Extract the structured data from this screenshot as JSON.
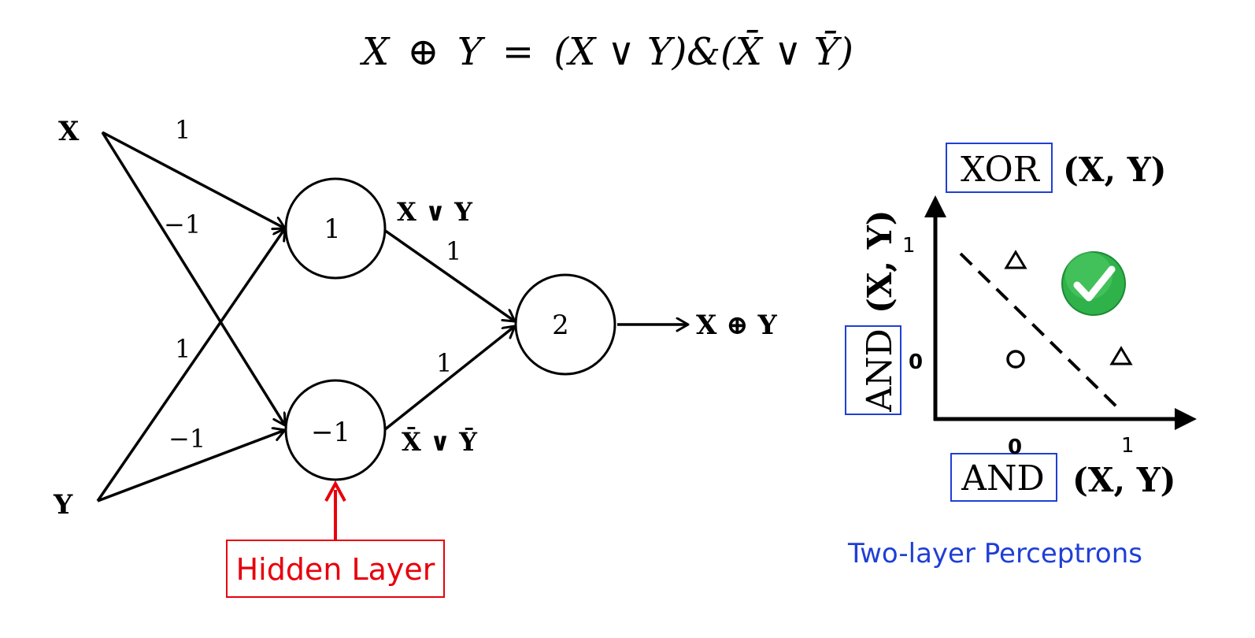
{
  "equation": {
    "lhs_x": "X",
    "oplus": "⊕",
    "lhs_y": "Y",
    "equals": "=",
    "rhs": "(X ∨ Y)&(X̄ ∨ Ȳ)"
  },
  "network": {
    "input_x": "X",
    "input_y": "Y",
    "weights": {
      "x_to_h1": "1",
      "x_to_h2": "−1",
      "y_to_h1": "1",
      "y_to_h2": "−1",
      "h1_to_out": "1",
      "h2_to_out": "1"
    },
    "hidden_1": {
      "threshold": "1",
      "label": "X ∨ Y"
    },
    "hidden_2": {
      "threshold": "−1",
      "label": "X̄ ∨ Ȳ"
    },
    "output": {
      "threshold": "2",
      "label": "X ⊕ Y"
    },
    "hidden_layer_label": "Hidden Layer",
    "colors": {
      "hidden_layer": "#e8000b"
    }
  },
  "plot": {
    "title_box": "XOR",
    "title_args": "(X, Y)",
    "y_axis_box": "AND",
    "y_axis_args": "(X, Y)",
    "x_axis_box": "AND",
    "x_axis_args": "(X, Y)",
    "tick_zero_x": "0",
    "tick_zero_y": "0",
    "tick_one_x": "1",
    "tick_one_y": "1",
    "markers": [
      "triangle",
      "triangle",
      "circle"
    ],
    "check_icon": "check-circle-icon",
    "colors": {
      "box": "#1f3fd6",
      "check": "#2fb24a"
    }
  },
  "caption": "Two-layer Perceptrons",
  "colors": {
    "caption": "#1f3fd6"
  }
}
